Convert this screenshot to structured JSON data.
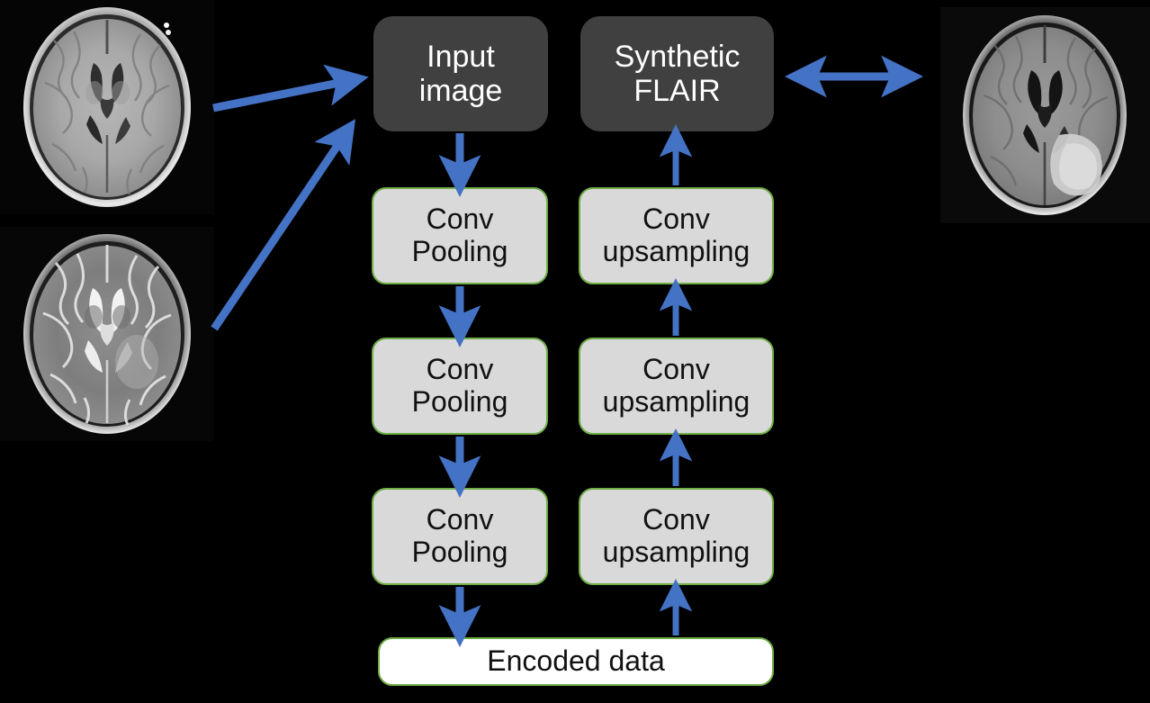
{
  "figure": {
    "title": "Convolutional autoencoder for synthetic FLAIR generation",
    "background_color": "#000000",
    "accent_blue": "#4472C4",
    "node_green_border": "#70AD47",
    "node_gray_fill": "#D9D9D9",
    "node_dark_fill": "#404040"
  },
  "inputs": [
    {
      "name": "t1-weighted-mri",
      "caption": "",
      "modality": "T1-weighted axial brain MRI"
    },
    {
      "name": "t2-weighted-mri",
      "caption": "",
      "modality": "T2-weighted axial brain MRI"
    }
  ],
  "output": {
    "name": "reference-flair-mri",
    "caption": "",
    "modality": "FLAIR axial brain MRI with hyperintense lesion"
  },
  "nodes": {
    "input_image": "Input\nimage",
    "synthetic_flair": "Synthetic\nFLAIR",
    "encoder": [
      "Conv\nPooling",
      "Conv\nPooling",
      "Conv\nPooling"
    ],
    "decoder": [
      "Conv\nupsampling",
      "Conv\nupsampling",
      "Conv\nupsampling"
    ],
    "bottleneck": "Encoded data"
  },
  "arrows": [
    {
      "name": "arrow-t1-to-input",
      "kind": "single",
      "direction": "up-right"
    },
    {
      "name": "arrow-t2-to-input",
      "kind": "single",
      "direction": "up-right"
    },
    {
      "name": "arrow-flair-comparison",
      "kind": "double",
      "direction": "horizontal"
    },
    {
      "name": "arrow-input-to-conv1",
      "kind": "single",
      "direction": "down"
    },
    {
      "name": "arrow-conv1-to-conv2",
      "kind": "single",
      "direction": "down"
    },
    {
      "name": "arrow-conv2-to-conv3",
      "kind": "single",
      "direction": "down"
    },
    {
      "name": "arrow-conv3-to-encoded",
      "kind": "single",
      "direction": "down"
    },
    {
      "name": "arrow-encoded-to-up3",
      "kind": "single",
      "direction": "up"
    },
    {
      "name": "arrow-up3-to-up2",
      "kind": "single",
      "direction": "up"
    },
    {
      "name": "arrow-up2-to-up1",
      "kind": "single",
      "direction": "up"
    },
    {
      "name": "arrow-up1-to-synthetic",
      "kind": "single",
      "direction": "up"
    }
  ]
}
